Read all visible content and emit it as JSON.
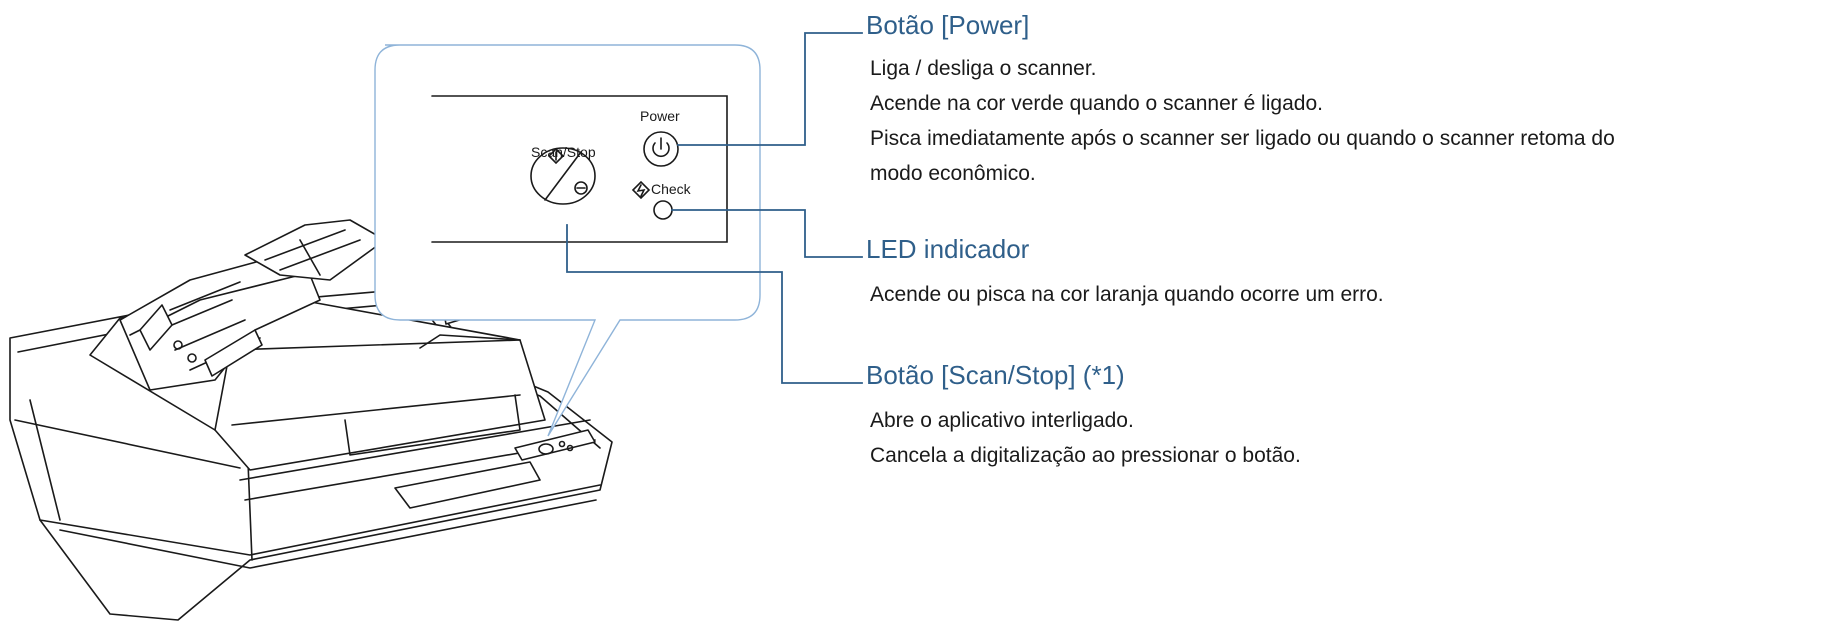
{
  "panel": {
    "scan_stop_label": "Scan/Stop",
    "power_label": "Power",
    "check_label": "Check"
  },
  "callouts": {
    "power": {
      "title": "Botão [Power]",
      "lines": [
        "Liga / desliga o scanner.",
        "Acende na cor verde quando o scanner é ligado.",
        "Pisca imediatamente após o scanner ser ligado ou quando o scanner retoma do",
        "modo econômico."
      ]
    },
    "led": {
      "title": "LED indicador",
      "lines": [
        "Acende ou pisca na cor laranja quando ocorre um erro."
      ]
    },
    "scan": {
      "title": "Botão [Scan/Stop] (*1)",
      "lines": [
        "Abre o aplicativo interligado.",
        "Cancela a digitalização ao pressionar o botão."
      ]
    }
  },
  "colors": {
    "accent": "#2f5f8a",
    "outline": "#1a1a1a",
    "zoom_border": "#8fb4d9"
  }
}
